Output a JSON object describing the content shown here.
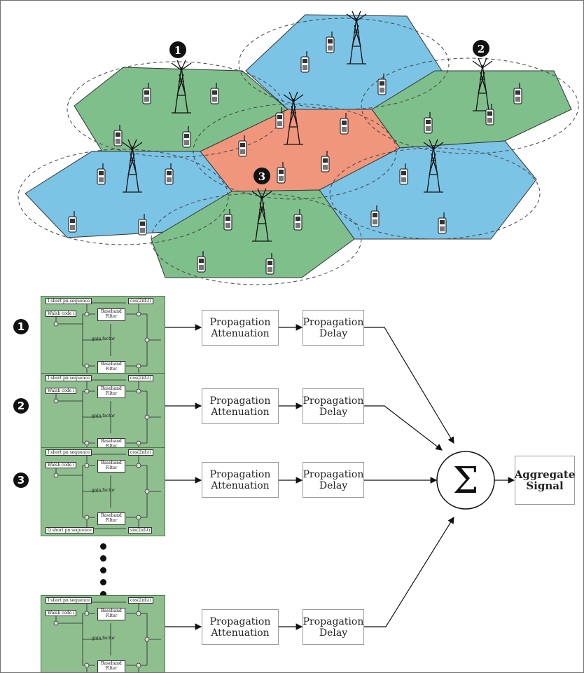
{
  "cells": {
    "markers": [
      "1",
      "2",
      "3"
    ],
    "colors": {
      "green": "#7fbf8c",
      "blue": "#7cc4e6",
      "center": "#f0967c"
    }
  },
  "pipeline": {
    "rows": [
      {
        "marker": "1"
      },
      {
        "marker": "2"
      },
      {
        "marker": "3"
      },
      {
        "marker": ""
      }
    ],
    "transmitter": {
      "i_seq": "I short pn sequence",
      "q_seq": "Q short pn sequence",
      "walsh": "Walsh code i",
      "filter_top": "Baseband Filter",
      "filter_bottom": "Baseband Filter",
      "gain": "gain factor",
      "cos": "cos(2πf₀t)",
      "sin": "sin(2πf₀t)"
    },
    "attenuation_label": "Propagation Attenuation",
    "delay_label": "Propagation Delay",
    "sum_symbol": "Σ",
    "aggregate_label": "Aggregate Signal"
  }
}
